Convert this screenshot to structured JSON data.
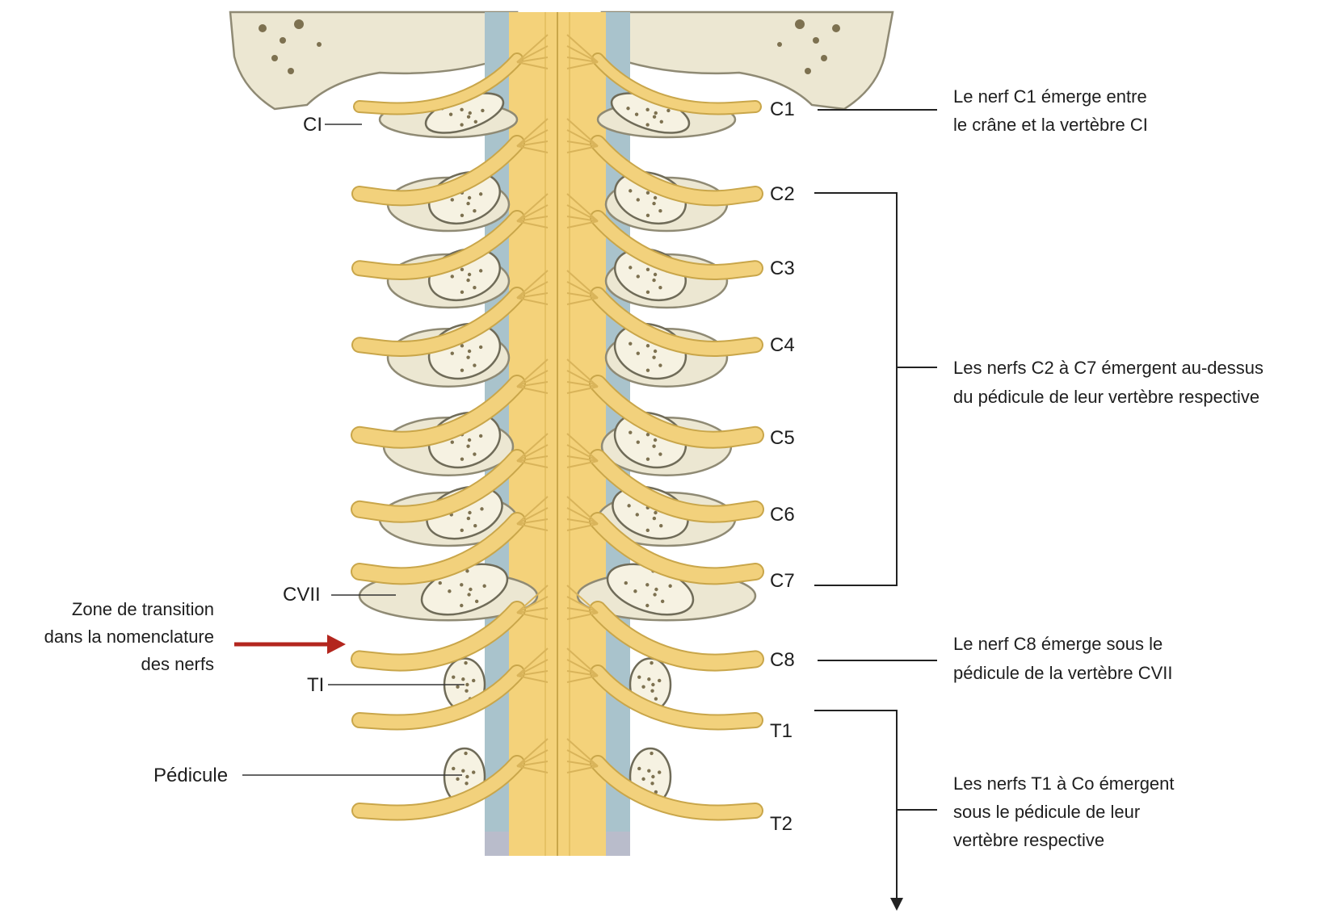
{
  "vertebra_labels": {
    "c1": "CI",
    "c7": "CVII",
    "t1": "TI",
    "pedicle": "Pédicule"
  },
  "nerve_labels": {
    "c1": "C1",
    "c2": "C2",
    "c3": "C3",
    "c4": "C4",
    "c5": "C5",
    "c6": "C6",
    "c7": "C7",
    "c8": "C8",
    "t1": "T1",
    "t2": "T2"
  },
  "transition_note": {
    "line1": "Zone de transition",
    "line2": "dans la nomenclature",
    "line3": "des nerfs"
  },
  "annotations": {
    "c1": {
      "line1": "Le nerf C1 émerge entre",
      "line2": "le crâne et la vertèbre CI"
    },
    "c2_c7": {
      "line1": "Les nerfs C2 à C7 émergent au-dessus",
      "line2": "du pédicule de leur vertèbre respective"
    },
    "c8": {
      "line1": "Le nerf C8 émerge sous le",
      "line2": "pédicule de la vertèbre CVII"
    },
    "t1_co": {
      "line1": "Les nerfs T1 à Co émergent",
      "line2": "sous le pédicule de leur",
      "line3": "vertèbre respective"
    }
  },
  "colors": {
    "spinal_cord": "#f4d27a",
    "nerve": "#f2d17c",
    "meninges": "#a9c3cc",
    "bone": "#ece7d2",
    "arrow": "#b3261e"
  }
}
